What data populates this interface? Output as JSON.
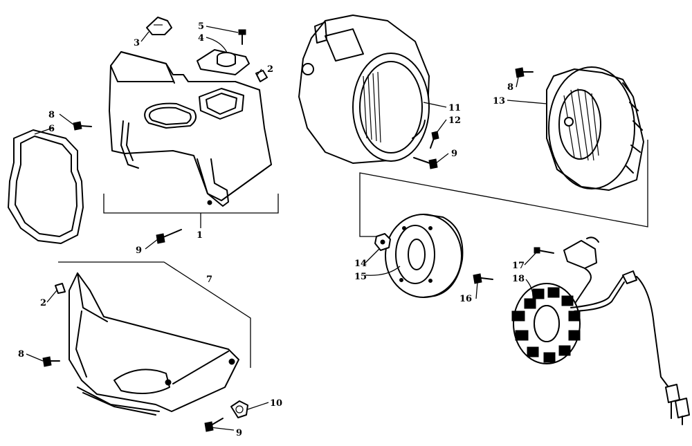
{
  "callouts": [
    {
      "key": "c1",
      "text": "1"
    },
    {
      "key": "c2a",
      "text": "2"
    },
    {
      "key": "c2b",
      "text": "2"
    },
    {
      "key": "c3",
      "text": "3"
    },
    {
      "key": "c4",
      "text": "4"
    },
    {
      "key": "c5",
      "text": "5"
    },
    {
      "key": "c6",
      "text": "6"
    },
    {
      "key": "c7",
      "text": "7"
    },
    {
      "key": "c8a",
      "text": "8"
    },
    {
      "key": "c8b",
      "text": "8"
    },
    {
      "key": "c8c",
      "text": "8"
    },
    {
      "key": "c9a",
      "text": "9"
    },
    {
      "key": "c9b",
      "text": "9"
    },
    {
      "key": "c9c",
      "text": "9"
    },
    {
      "key": "c10",
      "text": "10"
    },
    {
      "key": "c11",
      "text": "11"
    },
    {
      "key": "c12",
      "text": "12"
    },
    {
      "key": "c13",
      "text": "13"
    },
    {
      "key": "c14",
      "text": "14"
    },
    {
      "key": "c15",
      "text": "15"
    },
    {
      "key": "c16",
      "text": "16"
    },
    {
      "key": "c17",
      "text": "17"
    },
    {
      "key": "c18",
      "text": "18"
    }
  ]
}
